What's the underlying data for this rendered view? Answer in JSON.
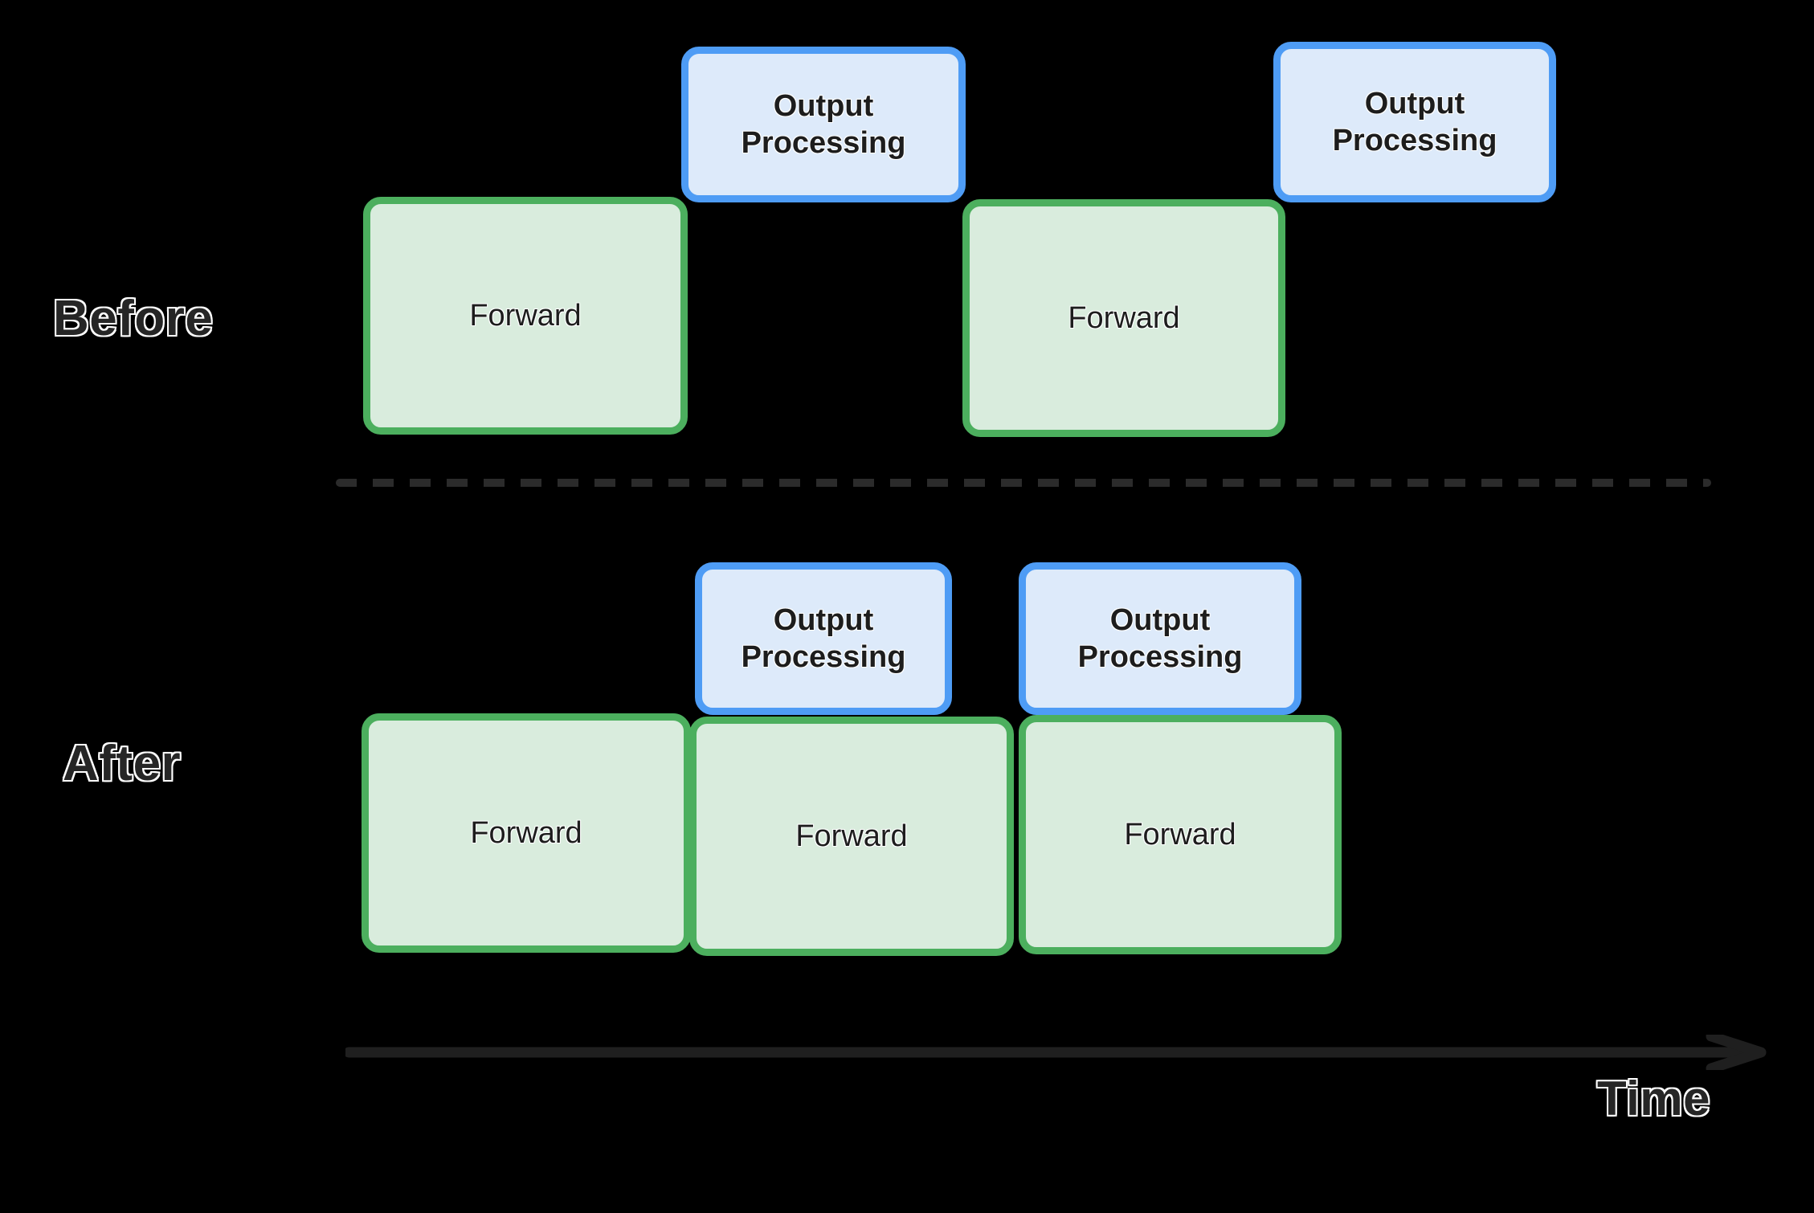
{
  "diagram": {
    "title_note": "Before / After timeline comparison of Forward passes and Output Processing",
    "colors": {
      "background": "#000000",
      "green_border": "#4caf5e",
      "green_fill": "#d9ecdd",
      "blue_border": "#4e9cf5",
      "blue_fill": "#ddeafa",
      "divider": "#2b2b2b",
      "axis": "#1f1f1f",
      "label_fill": "#262626",
      "label_outline": "#ffffff"
    },
    "rows": [
      {
        "id": "before",
        "label": "Before",
        "forward_blocks": [
          {
            "label": "Forward"
          },
          {
            "label": "Forward"
          }
        ],
        "output_blocks": [
          {
            "label_line1": "Output",
            "label_line2": "Processing"
          },
          {
            "label_line1": "Output",
            "label_line2": "Processing"
          }
        ]
      },
      {
        "id": "after",
        "label": "After",
        "forward_blocks": [
          {
            "label": "Forward"
          },
          {
            "label": "Forward"
          },
          {
            "label": "Forward"
          }
        ],
        "output_blocks": [
          {
            "label_line1": "Output",
            "label_line2": "Processing"
          },
          {
            "label_line1": "Output",
            "label_line2": "Processing"
          }
        ]
      }
    ],
    "axis": {
      "label": "Time",
      "direction": "left-to-right"
    }
  }
}
